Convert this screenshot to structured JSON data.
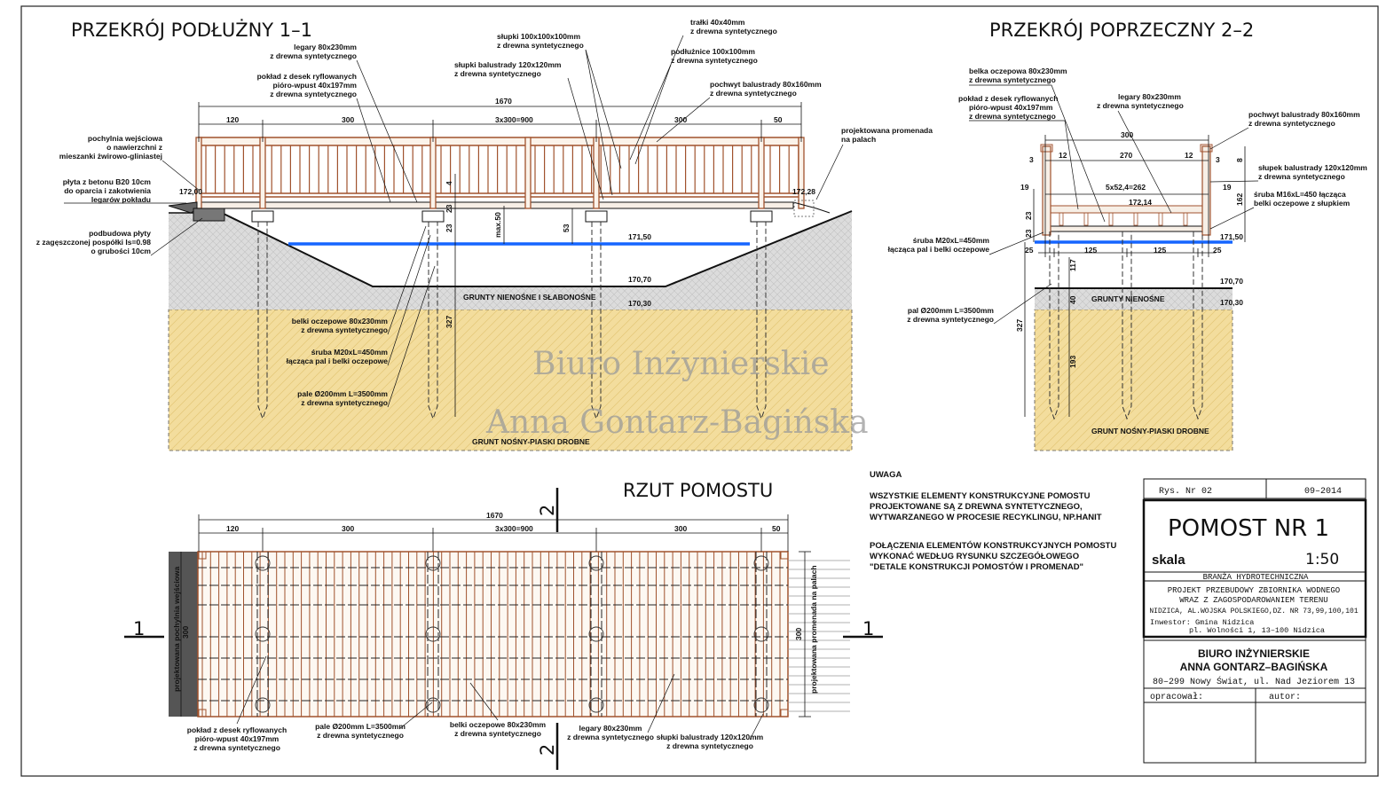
{
  "titles": {
    "longitudinal": "PRZEKRÓJ PODŁUŻNY 1–1",
    "transverse": "PRZEKRÓJ POPRZECZNY 2–2",
    "plan": "RZUT POMOSTU"
  },
  "longitudinal": {
    "dims": [
      "1670",
      "120",
      "300",
      "3x300=900",
      "300",
      "50"
    ],
    "levels": [
      "172,00",
      "172,28",
      "171,50",
      "170,70",
      "170,30"
    ],
    "vertical_dims": [
      "4",
      "23",
      "23",
      "max.50",
      "53",
      "327"
    ],
    "labels": {
      "legary": [
        "legary 80x230mm",
        "z drewna syntetycznego"
      ],
      "poklad": [
        "pokład z desek ryflowanych",
        "pióro-wpust 40x197mm",
        "z drewna syntetycznego"
      ],
      "slupki100": [
        "słupki 100x100x100mm",
        "z drewna syntetycznego"
      ],
      "slupki120": [
        "słupki balustrady 120x120mm",
        "z drewna syntetycznego"
      ],
      "listwy": [
        "trałki 40x40mm",
        "z drewna syntetycznego"
      ],
      "podluznice": [
        "podłużnice 100x100mm",
        "z drewna syntetycznego"
      ],
      "pochwyt": [
        "pochwyt balustrady 80x160mm",
        "z drewna syntetycznego"
      ],
      "pochylnia": [
        "pochylnia wejściowa",
        "o nawierzchni z",
        "mieszanki żwirowo-gliniastej"
      ],
      "plyta": [
        "płyta z betonu B20 10cm",
        "do oparcia i zakotwienia",
        "legarów pokładu"
      ],
      "podbudowa": [
        "podbudowa płyty",
        "z zagęszczonej pospółki Is=0.98",
        "o grubości 10cm"
      ],
      "promenada": [
        "projektowana promenada",
        "na palach"
      ],
      "belki": [
        "belki oczepowe 80x230mm",
        "z drewna syntetycznego"
      ],
      "sruba": [
        "śruba M20xL=450mm",
        "łącząca pal i belki oczepowe"
      ],
      "pale": [
        "pale Ø200mm L=3500mm",
        "z drewna syntetycznego"
      ],
      "grunty_nienosne": "GRUNTY NIENOŚNE I SŁABONOŚNE",
      "grunt_nosny": "GRUNT NOŚNY-PIASKI DROBNE"
    }
  },
  "transverse": {
    "dims": [
      "300",
      "3",
      "12",
      "270",
      "12",
      "3",
      "19",
      "19",
      "5x52,4=262",
      "25",
      "125",
      "125",
      "25"
    ],
    "levels": [
      "172,14",
      "171,50",
      "170,70",
      "170,30"
    ],
    "vertical_dims": [
      "8",
      "162",
      "23",
      "23",
      "117",
      "40",
      "327",
      "193"
    ],
    "labels": {
      "belka": [
        "belka oczepowa 80x230mm",
        "z drewna syntetycznego"
      ],
      "poklad": [
        "pokład z desek ryflowanych",
        "pióro-wpust 40x197mm",
        "z drewna syntetycznego"
      ],
      "legary": [
        "legary 80x230mm",
        "z drewna syntetycznego"
      ],
      "pochwyt": [
        "pochwyt balustrady 80x160mm",
        "z drewna syntetycznego"
      ],
      "slupek": [
        "słupek balustrady 120x120mm",
        "z drewna syntetycznego"
      ],
      "sruba16": [
        "śruba M16xL=450 łącząca",
        "belki oczepowe z słupkiem"
      ],
      "sruba20": [
        "śruba M20xL=450mm",
        "łącząca pal i belki oczepowe"
      ],
      "pal": [
        "pal Ø200mm L=3500mm",
        "z drewna syntetycznego"
      ],
      "grunty_nienosne": "GRUNTY NIENOŚNE",
      "grunt_nosny": "GRUNT NOŚNY-PIASKI DROBNE"
    }
  },
  "plan": {
    "dims": [
      "1670",
      "120",
      "300",
      "3x300=900",
      "300",
      "50"
    ],
    "side_dim": "300",
    "side_left": "projektowana pochylnia wejściowa",
    "side_right": "projektowana promenada na palach",
    "section_marks": [
      "1",
      "1",
      "2",
      "2"
    ],
    "labels": {
      "poklad": [
        "pokład z desek ryflowanych",
        "pióro-wpust 40x197mm",
        "z drewna syntetycznego"
      ],
      "pale": [
        "pale Ø200mm L=3500mm",
        "z drewna syntetycznego"
      ],
      "belki": [
        "belki oczepowe 80x230mm",
        "z drewna syntetycznego"
      ],
      "legary": [
        "legary 80x230mm",
        "z drewna syntetycznego"
      ],
      "slupki": [
        "słupki balustrady 120x120mm",
        "z drewna syntetycznego"
      ]
    }
  },
  "notes": {
    "heading": "UWAGA",
    "p1": [
      "WSZYSTKIE ELEMENTY KONSTRUKCYJNE POMOSTU",
      "PROJEKTOWANE SĄ Z DREWNA SYNTETYCZNEGO,",
      "WYTWARZANEGO W PROCESIE RECYKLINGU, NP.HANIT"
    ],
    "p2": [
      "POŁĄCZENIA ELEMENTÓW KONSTRUKCYJNYCH POMOSTU",
      "WYKONAĆ WEDŁUG RYSUNKU SZCZEGÓŁOWEGO",
      "\"DETALE KONSTRUKCJI POMOSTÓW I PROMENAD\""
    ]
  },
  "title_block": {
    "rys": "Rys. Nr 02",
    "date": "09–2014",
    "name": "POMOST NR 1",
    "scale_label": "skala",
    "scale": "1:50",
    "branza": "BRANŻA HYDROTECHNICZNA",
    "project": [
      "PROJEKT PRZEBUDOWY ZBIORNIKA WODNEGO",
      "WRAZ Z ZAGOSPODAROWANIEM TERENU",
      "NIDZICA, AL.WOJSKA POLSKIEGO,DZ. NR 73,99,100,101"
    ],
    "investor": [
      "Inwestor: Gmina Nidzica",
      "pl. Wolności 1, 13–100 Nidzica"
    ],
    "office": [
      "BIURO INŻYNIERSKIE",
      "ANNA GONTARZ–BAGIŃSKA"
    ],
    "address": "80–299 Nowy Świat, ul. Nad Jeziorem 13",
    "opracowal": "opracował:",
    "autor": "autor:"
  },
  "watermark": [
    "Biuro Inżynierskie",
    "Anna Gontarz-Bagińska"
  ],
  "colors": {
    "timber": "#a0522d",
    "water": "#1565ff",
    "sand": "#f2dc9c",
    "soil": "#d8d8d8"
  }
}
